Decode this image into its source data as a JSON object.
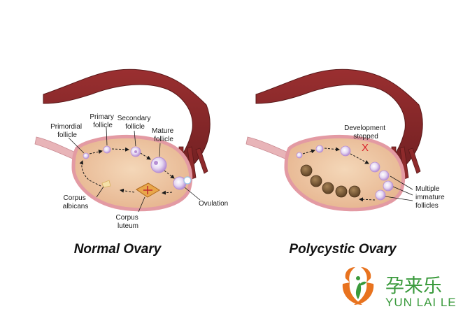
{
  "normal_ovary": {
    "title": "Normal Ovary",
    "labels": {
      "primordial": [
        "Primordial",
        "follicle"
      ],
      "primary": [
        "Primary",
        "follicle"
      ],
      "secondary": [
        "Secondary",
        "follicle"
      ],
      "mature": [
        "Mature",
        "follicle"
      ],
      "ovulation": "Ovulation",
      "corpus_albicans": [
        "Corpus",
        "albicans"
      ],
      "corpus_luteum": [
        "Corpus",
        "luteum"
      ]
    }
  },
  "polycystic_ovary": {
    "title": "Polycystic Ovary",
    "labels": {
      "development_stopped": [
        "Development",
        "stopped"
      ],
      "stopped_mark": "X",
      "multiple_immature": [
        "Multiple",
        "immature",
        "follicles"
      ]
    }
  },
  "brand": {
    "chinese": "孕来乐",
    "english": "YUN LAI LE",
    "colors": {
      "green": "#3a9a3c",
      "orange": "#e8731f"
    }
  },
  "colors": {
    "tube": "#8e2a2b",
    "tube_dark": "#6a1d1f",
    "ovary_fill": "#efc8a4",
    "ovary_edge": "#e39aa3",
    "ligament": "#e8b4b8",
    "follicle": "#c9a8e0",
    "cyst": "#7a5a36"
  }
}
